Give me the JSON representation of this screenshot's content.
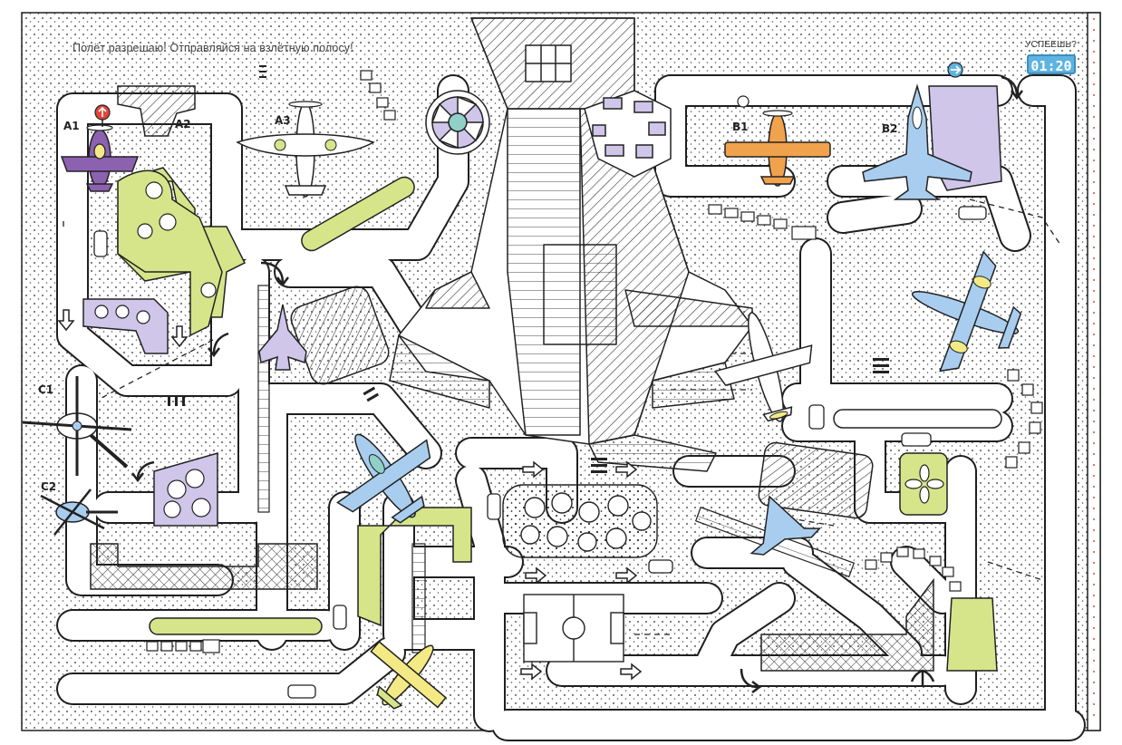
{
  "header": {
    "instruction": "Полёт разрешаю! Отправляйся на взлётную полосу!",
    "timer_label": "УСПЕЕШЬ?",
    "timer_value": "01:20"
  },
  "gates": {
    "a1": "A1",
    "a2": "A2",
    "a3": "A3",
    "b1": "B1",
    "b2": "B2",
    "c1": "C1",
    "c2": "C2"
  },
  "colors": {
    "green": "#d6e58a",
    "lavender": "#cfc6ea",
    "purple": "#8c62b0",
    "blue": "#a9cdee",
    "orange": "#f1a24c",
    "yellow": "#f3ea86",
    "red": "#e2453a",
    "accent_blue": "#5eb3e0",
    "ink": "#1f1f1f"
  },
  "icons": [
    "stop-sign-icon",
    "arrow-right-sign-icon",
    "airplane-icon",
    "helicopter-icon",
    "car-icon",
    "direction-arrow-icon"
  ]
}
